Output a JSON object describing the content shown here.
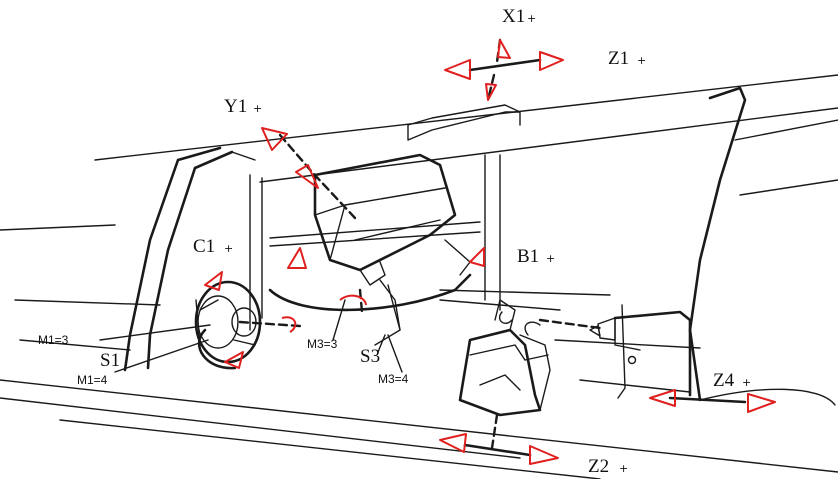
{
  "diagram": {
    "axes": {
      "x1": "X1",
      "z1": "Z1",
      "y1": "Y1",
      "b1": "B1",
      "c1": "C1",
      "z4": "Z4",
      "z2": "Z2"
    },
    "spindles": {
      "s1": "S1",
      "s3": "S3"
    },
    "modes": {
      "m1_3": "M1=3",
      "m1_4": "M1=4",
      "m3_3": "M3=3",
      "m3_4": "M3=4"
    },
    "marker_glyph": "+",
    "colors": {
      "line": "#1a1a1a",
      "arrow": "#e0201e",
      "background": "#ffffff"
    }
  }
}
